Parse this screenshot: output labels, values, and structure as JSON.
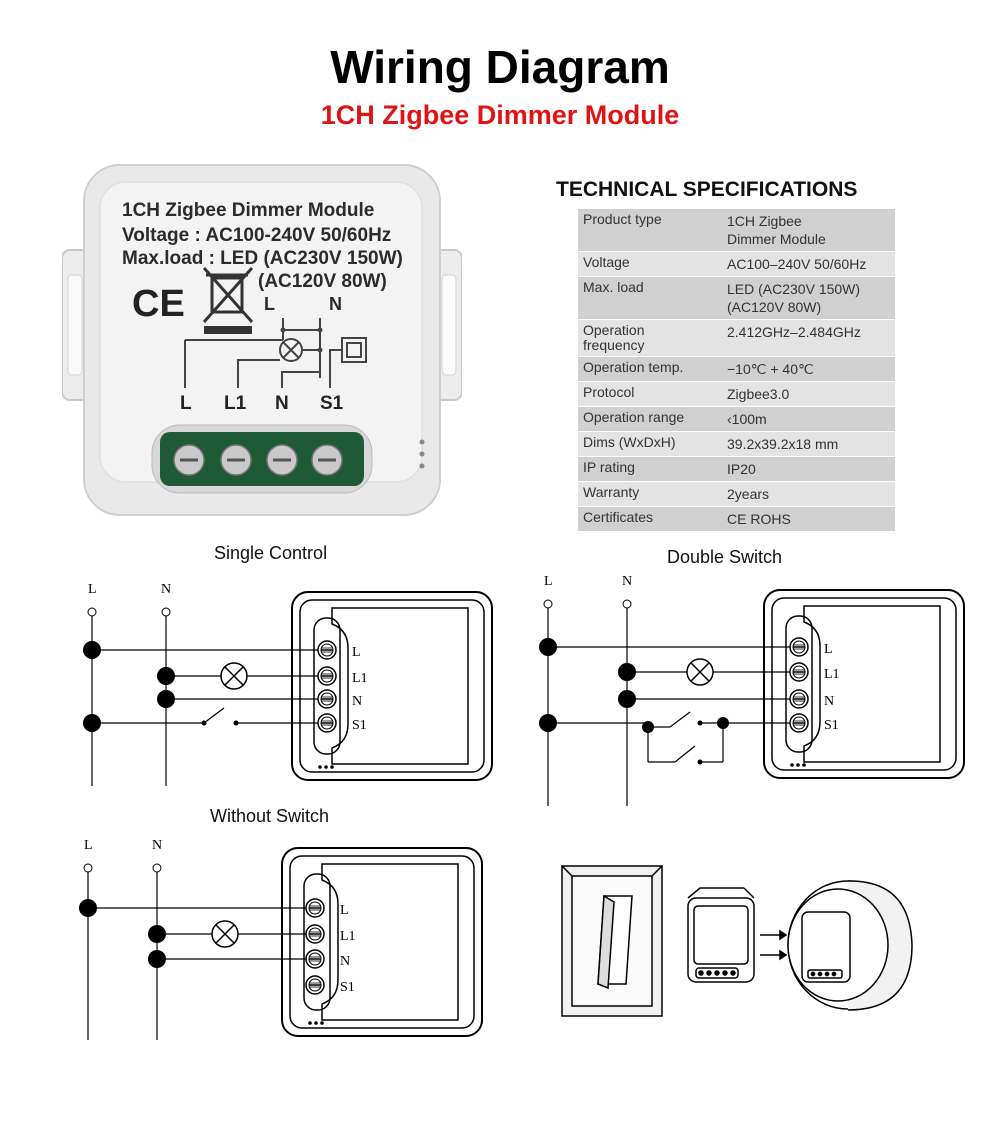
{
  "header": {
    "title": "Wiring Diagram",
    "subtitle": "1CH Zigbee Dimmer Module"
  },
  "module": {
    "line1": "1CH Zigbee Dimmer Module",
    "line2": "Voltage : AC100-240V 50/60Hz",
    "line3": "Max.load : LED (AC230V 150W)",
    "line4": "(AC120V 80W)",
    "ce": "CE",
    "wire_l": "L",
    "wire_n": "N",
    "terminals": [
      "L",
      "L1",
      "N",
      "S1"
    ]
  },
  "specs": {
    "heading": "TECHNICAL SPECIFICATIONS",
    "rows": [
      {
        "k": "Product type",
        "v": "1CH Zigbee\nDimmer Module"
      },
      {
        "k": "Voltage",
        "v": "AC100–240V 50/60Hz"
      },
      {
        "k": "Max. load",
        "v": "LED (AC230V 150W)\n(AC120V 80W)"
      },
      {
        "k": "Operation\nfrequency",
        "v": "2.412GHz–2.484GHz"
      },
      {
        "k": "Operation temp.",
        "v": "−10℃ + 40℃"
      },
      {
        "k": "Protocol",
        "v": "Zigbee3.0"
      },
      {
        "k": "Operation range",
        "v": "‹100m"
      },
      {
        "k": "Dims (WxDxH)",
        "v": " 39.2x39.2x18 mm"
      },
      {
        "k": "IP rating",
        "v": "IP20"
      },
      {
        "k": "Warranty",
        "v": "2years"
      },
      {
        "k": "Certificates",
        "v": "CE ROHS"
      }
    ]
  },
  "diagrams": {
    "single": {
      "title": "Single Control"
    },
    "double": {
      "title": "Double Switch"
    },
    "without": {
      "title": "Without Switch"
    },
    "line_label": "L",
    "neutral_label": "N",
    "terminals": [
      "L",
      "L1",
      "N",
      "S1"
    ]
  }
}
